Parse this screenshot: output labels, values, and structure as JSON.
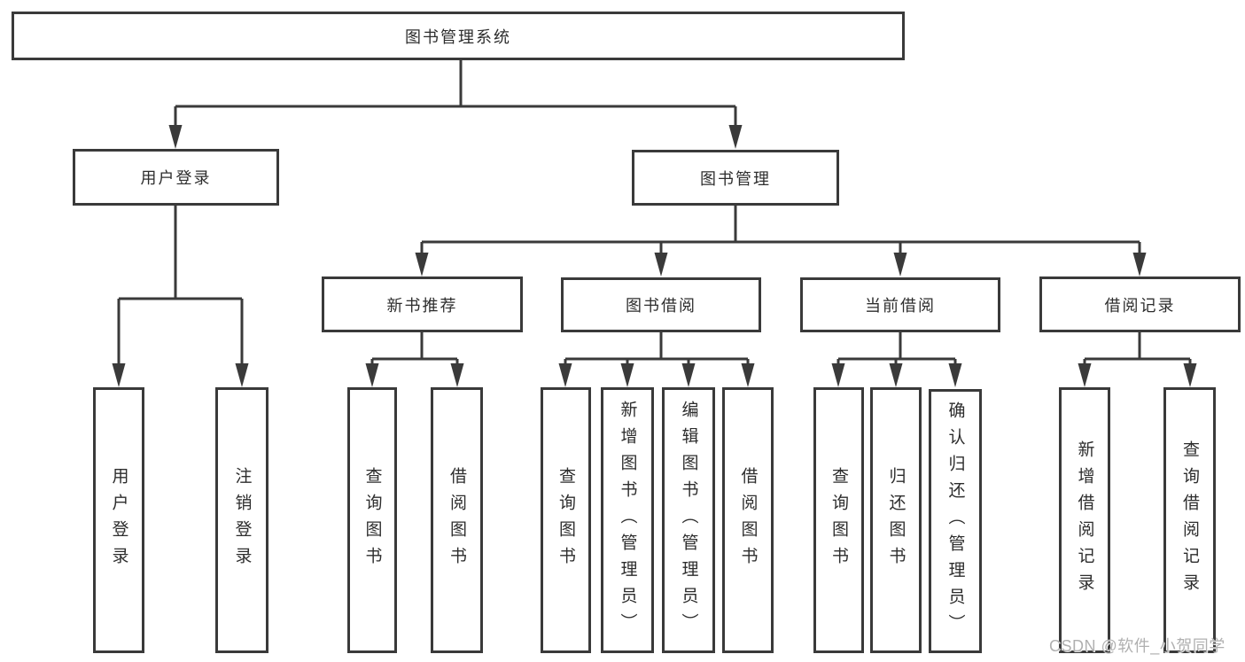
{
  "diagram_title": "图书管理系统",
  "tree": {
    "label": "图书管理系统",
    "children": [
      {
        "label": "用户登录",
        "children": [
          {
            "label": "用户登录"
          },
          {
            "label": "注销登录"
          }
        ]
      },
      {
        "label": "图书管理",
        "children": [
          {
            "label": "新书推荐",
            "children": [
              {
                "label": "查询图书"
              },
              {
                "label": "借阅图书"
              }
            ]
          },
          {
            "label": "图书借阅",
            "children": [
              {
                "label": "查询图书"
              },
              {
                "label": "新增图书（管理员）"
              },
              {
                "label": "编辑图书（管理员）"
              },
              {
                "label": "借阅图书"
              }
            ]
          },
          {
            "label": "当前借阅",
            "children": [
              {
                "label": "查询图书"
              },
              {
                "label": "归还图书"
              },
              {
                "label": "确认归还（管理员）"
              }
            ]
          },
          {
            "label": "借阅记录",
            "children": [
              {
                "label": "新增借阅记录"
              },
              {
                "label": "查询借阅记录"
              }
            ]
          }
        ]
      }
    ]
  },
  "watermark": {
    "text": "CSDN @软件_小贺同学"
  },
  "colors": {
    "line": "#3a3a3a",
    "text": "#2d2d2d",
    "watermark": "#b0b0b0"
  }
}
